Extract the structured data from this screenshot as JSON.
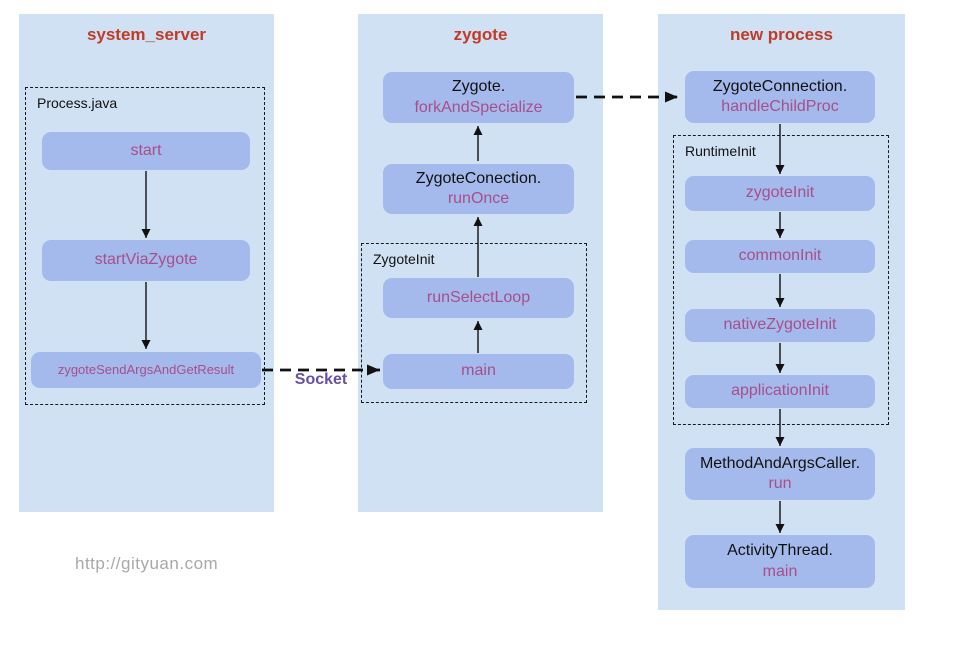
{
  "diagram": {
    "columns": {
      "system_server": {
        "title": "system_server"
      },
      "zygote": {
        "title": "zygote"
      },
      "new_process": {
        "title": "new process"
      }
    },
    "groups": {
      "process_java": {
        "label": "Process.java"
      },
      "zygote_init": {
        "label": "ZygoteInit"
      },
      "runtime_init": {
        "label": "RuntimeInit"
      }
    },
    "nodes": {
      "start": {
        "method": "start"
      },
      "start_via_zygote": {
        "method": "startViaZygote"
      },
      "zygote_send_args_and_get_result": {
        "method": "zygoteSendArgsAndGetResult"
      },
      "fork_and_specialize": {
        "class_name": "Zygote.",
        "method": "forkAndSpecialize"
      },
      "run_once": {
        "class_name": "ZygoteConection.",
        "method": "runOnce"
      },
      "run_select_loop": {
        "method": "runSelectLoop"
      },
      "zygote_main": {
        "method": "main"
      },
      "handle_child_proc": {
        "class_name": "ZygoteConnection.",
        "method": "handleChildProc"
      },
      "zygote_init_call": {
        "method": "zygoteInit"
      },
      "common_init": {
        "method": "commonInit"
      },
      "native_zygote_init": {
        "method": "nativeZygoteInit"
      },
      "application_init": {
        "method": "applicationInit"
      },
      "method_and_args_caller": {
        "class_name": "MethodAndArgsCaller.",
        "method": "run"
      },
      "activity_thread": {
        "class_name": "ActivityThread.",
        "method": "main"
      }
    },
    "edges": {
      "socket_label": "Socket"
    },
    "watermark": "http://gityuan.com",
    "colors": {
      "column_bg": "#cfe1f3",
      "node_fill": "#a4baec",
      "column_title": "#c23b27",
      "class_text": "#111111",
      "method_text": "#a84f8a",
      "socket_label": "#674fa5",
      "arrow": "#111111",
      "watermark": "#a8a8a8"
    }
  }
}
